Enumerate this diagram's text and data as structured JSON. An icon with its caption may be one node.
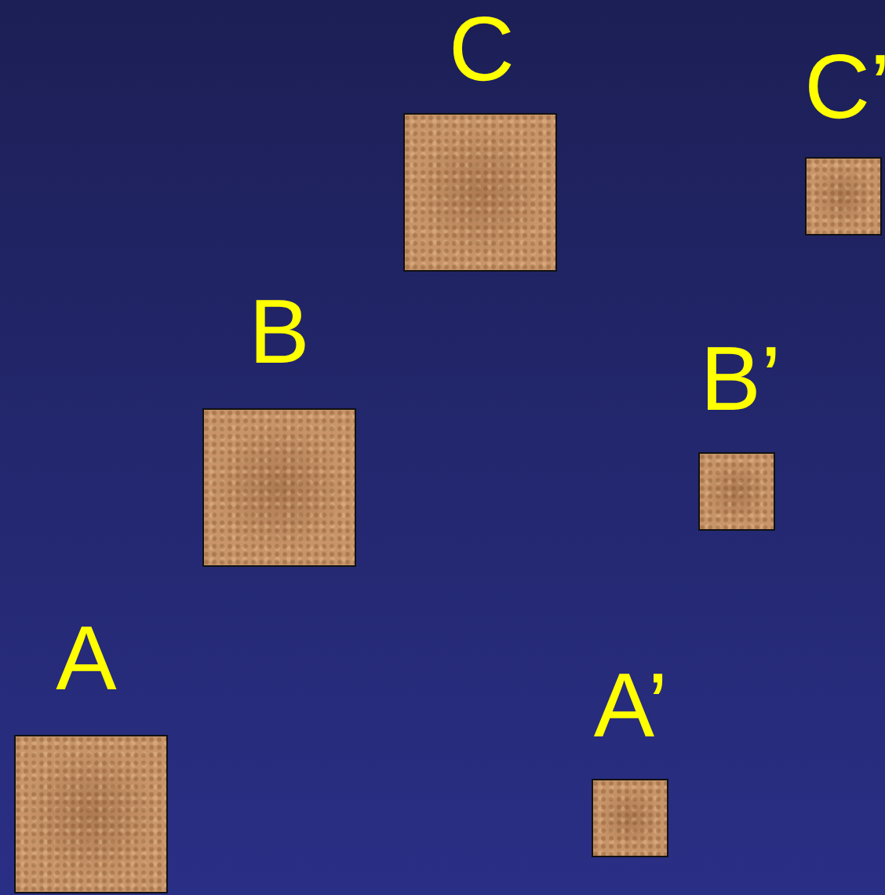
{
  "diagram": {
    "nodes": [
      {
        "text": [
          "C"
        ]
      },
      {
        "text": [
          "C’"
        ]
      },
      {
        "text": [
          "B"
        ]
      },
      {
        "text": [
          "B’"
        ]
      },
      {
        "text": [
          "A"
        ]
      },
      {
        "text": [
          "A’"
        ]
      }
    ]
  }
}
